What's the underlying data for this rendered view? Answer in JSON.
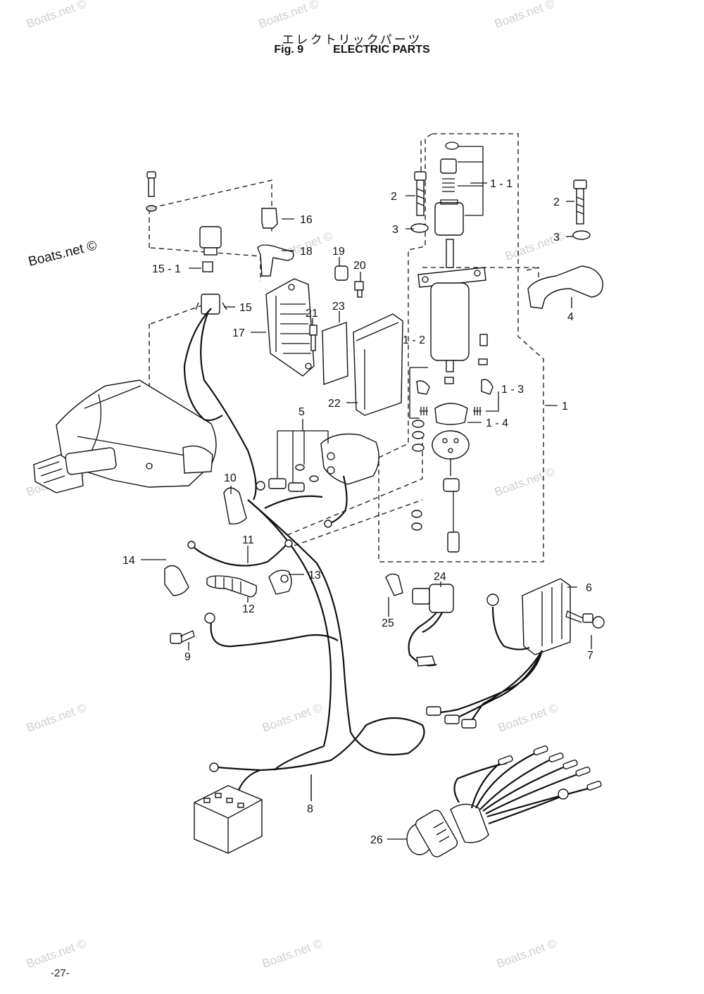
{
  "header": {
    "title_jp": "エレクトリックパーツ",
    "fig_label": "Fig. 9",
    "title_en": "ELECTRIC PARTS"
  },
  "page_number": "-27-",
  "watermarks": [
    "Boats.net ©",
    "Boats.net ©"
  ],
  "callouts": [
    {
      "id": "c1-1",
      "label": "1 - 1"
    },
    {
      "id": "c2a",
      "label": "2"
    },
    {
      "id": "c2b",
      "label": "2"
    },
    {
      "id": "c3a",
      "label": "3"
    },
    {
      "id": "c3b",
      "label": "3"
    },
    {
      "id": "c16",
      "label": "16"
    },
    {
      "id": "c18",
      "label": "18"
    },
    {
      "id": "c15-1",
      "label": "15 - 1"
    },
    {
      "id": "c19",
      "label": "19"
    },
    {
      "id": "c20",
      "label": "20"
    },
    {
      "id": "c4",
      "label": "4"
    },
    {
      "id": "c15",
      "label": "15"
    },
    {
      "id": "c21",
      "label": "21"
    },
    {
      "id": "c23",
      "label": "23"
    },
    {
      "id": "c17",
      "label": "17"
    },
    {
      "id": "c1-2",
      "label": "1 - 2"
    },
    {
      "id": "c1-3",
      "label": "1 - 3"
    },
    {
      "id": "c22",
      "label": "22"
    },
    {
      "id": "c1",
      "label": "1"
    },
    {
      "id": "c1-4",
      "label": "1 - 4"
    },
    {
      "id": "c5",
      "label": "5"
    },
    {
      "id": "c10",
      "label": "10"
    },
    {
      "id": "c11",
      "label": "11"
    },
    {
      "id": "c14",
      "label": "14"
    },
    {
      "id": "c13",
      "label": "13"
    },
    {
      "id": "c12",
      "label": "12"
    },
    {
      "id": "c24",
      "label": "24"
    },
    {
      "id": "c6",
      "label": "6"
    },
    {
      "id": "c25",
      "label": "25"
    },
    {
      "id": "c7",
      "label": "7"
    },
    {
      "id": "c9",
      "label": "9"
    },
    {
      "id": "c8",
      "label": "8"
    },
    {
      "id": "c26",
      "label": "26"
    }
  ]
}
